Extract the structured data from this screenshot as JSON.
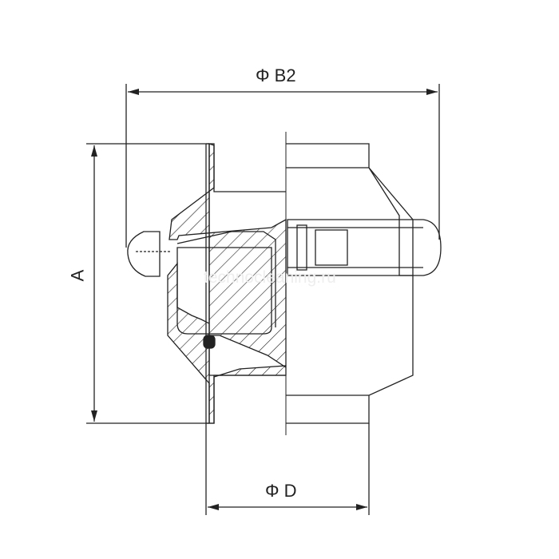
{
  "dimensions": {
    "top_width": "Φ B2",
    "height": "A",
    "bottom_diameter": "Φ D"
  },
  "watermark": "technocleaning.ru",
  "colors": {
    "line": "#222222",
    "background": "#ffffff"
  }
}
